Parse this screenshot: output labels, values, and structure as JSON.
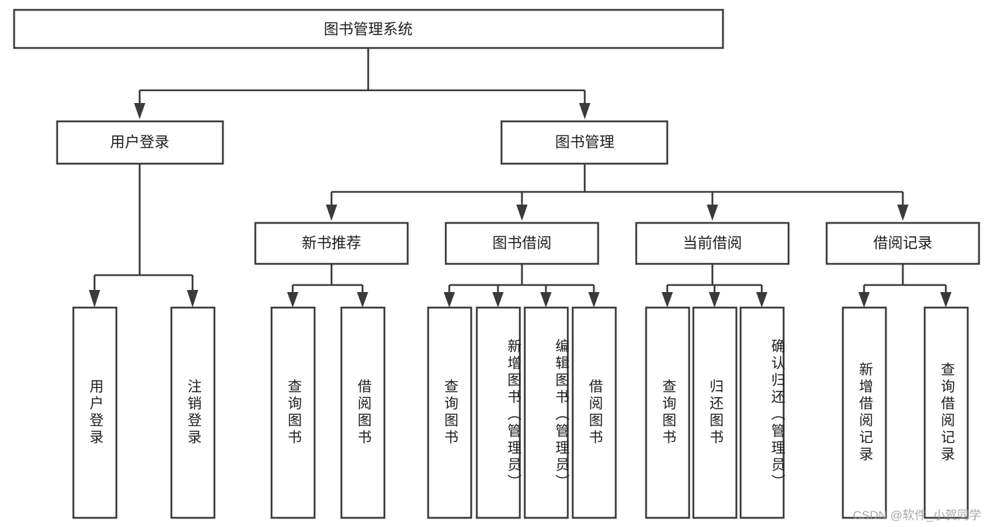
{
  "diagram": {
    "title": "图书管理系统",
    "type": "tree-structure-chart",
    "colors": {
      "box_stroke": "#3a3a3a",
      "box_fill": "#ffffff",
      "text": "#1c1c1c",
      "background": "#ffffff",
      "watermark": "#9a9a9a"
    },
    "root": {
      "label": "图书管理系统"
    },
    "level2": [
      {
        "label": "用户登录"
      },
      {
        "label": "图书管理"
      }
    ],
    "level3": [
      {
        "label": "新书推荐"
      },
      {
        "label": "图书借阅"
      },
      {
        "label": "当前借阅"
      },
      {
        "label": "借阅记录"
      }
    ],
    "leaves": {
      "user_login": [
        {
          "label": "用户登录"
        },
        {
          "label": "注销登录"
        }
      ],
      "new_book_recommend": [
        {
          "label": "查询图书"
        },
        {
          "label": "借阅图书"
        }
      ],
      "book_borrow": [
        {
          "label": "查询图书"
        },
        {
          "label": "新增图书（管理员）"
        },
        {
          "label": "编辑图书（管理员）"
        },
        {
          "label": "借阅图书"
        }
      ],
      "current_borrow": [
        {
          "label": "查询图书"
        },
        {
          "label": "归还图书"
        },
        {
          "label": "确认归还（管理员）"
        }
      ],
      "borrow_record": [
        {
          "label": "新增借阅记录"
        },
        {
          "label": "查询借阅记录"
        }
      ]
    }
  },
  "watermark": {
    "text": "CSDN @软件_小贺同学"
  }
}
